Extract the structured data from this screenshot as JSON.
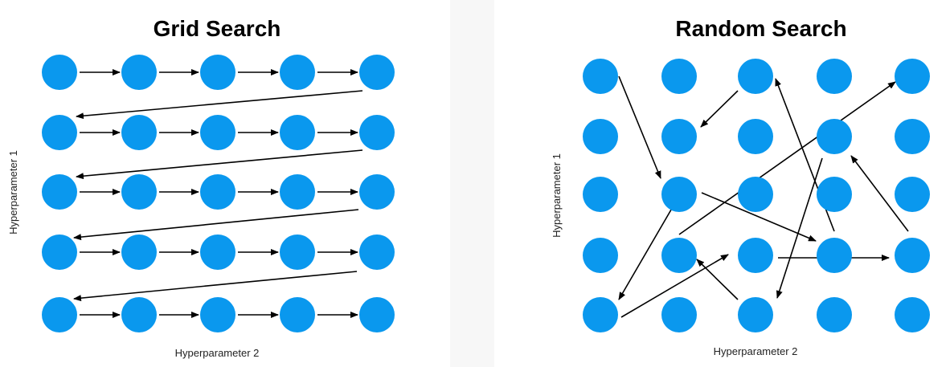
{
  "grid_search": {
    "title": "Grid Search",
    "xlabel": "Hyperparameter 2",
    "ylabel": "Hyperparameter 1",
    "rows": 5,
    "cols": 5
  },
  "random_search": {
    "title": "Random Search",
    "xlabel": "Hyperparameter 2",
    "ylabel": "Hyperparameter 1",
    "rows": 5,
    "cols": 5
  },
  "colors": {
    "node": "#0a98ee",
    "arrow": "#000000"
  }
}
